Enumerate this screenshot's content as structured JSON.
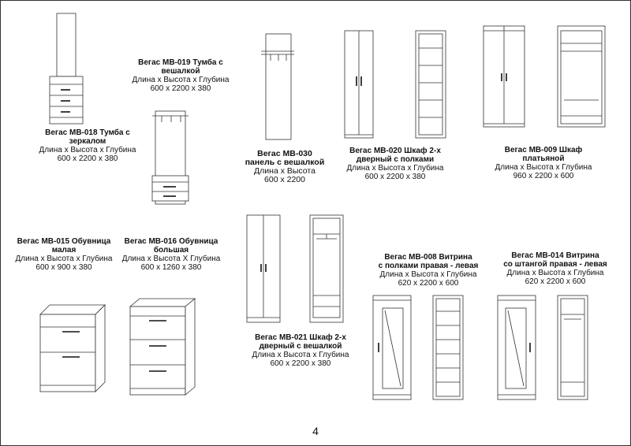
{
  "page_number": "4",
  "items": [
    {
      "id": "mb018",
      "title": "Вегас МВ-018 Тумба с\nзеркалом",
      "subtitle": "Длина х Высота х Глубина",
      "dims": "600 х 2200 х 380"
    },
    {
      "id": "mb019",
      "title": "Вегас МВ-019 Тумба с\nвешалкой",
      "subtitle": "Длина х Высота х Глубина",
      "dims": "600 х 2200 х 380"
    },
    {
      "id": "mb030",
      "title": "Вегас МВ-030\nпанель с вешалкой",
      "subtitle": "Длина х Высота",
      "dims": "600 х 2200"
    },
    {
      "id": "mb020",
      "title": "Вегас МВ-020 Шкаф 2-х\nдверный с полками",
      "subtitle": "Длина х Высота х Глубина",
      "dims": "600 х 2200 х 380"
    },
    {
      "id": "mb009",
      "title": "Вегас МВ-009 Шкаф\nплатьяной",
      "subtitle": "Длина х Высота х Глубина",
      "dims": "960 х 2200 х 600"
    },
    {
      "id": "mb015",
      "title": "Вегас МВ-015 Обувница\nмалая",
      "subtitle": "Длина х Высота х Глубина",
      "dims": "600 х 900 х 380"
    },
    {
      "id": "mb016",
      "title": "Вегас МВ-016 Обувница\nбольшая",
      "subtitle": "Длина х Высота Х Глубина",
      "dims": "600 х 1260 х 380"
    },
    {
      "id": "mb021",
      "title": "Вегас МВ-021 Шкаф 2-х\nдверный с вешалкой",
      "subtitle": "Длина х Высота х Глубина",
      "dims": "600 х 2200 х 380"
    },
    {
      "id": "mb008",
      "title": "Вегас МВ-008 Витрина\nс полками правая - левая",
      "subtitle": "Длина х Высота х Глубина",
      "dims": "620 х 2200 х 600"
    },
    {
      "id": "mb014",
      "title": "Вегас МВ-014 Витрина\nсо штангой правая - левая",
      "subtitle": "Длина х Высота х Глубина",
      "dims": "620 х 2200 х 600"
    }
  ]
}
